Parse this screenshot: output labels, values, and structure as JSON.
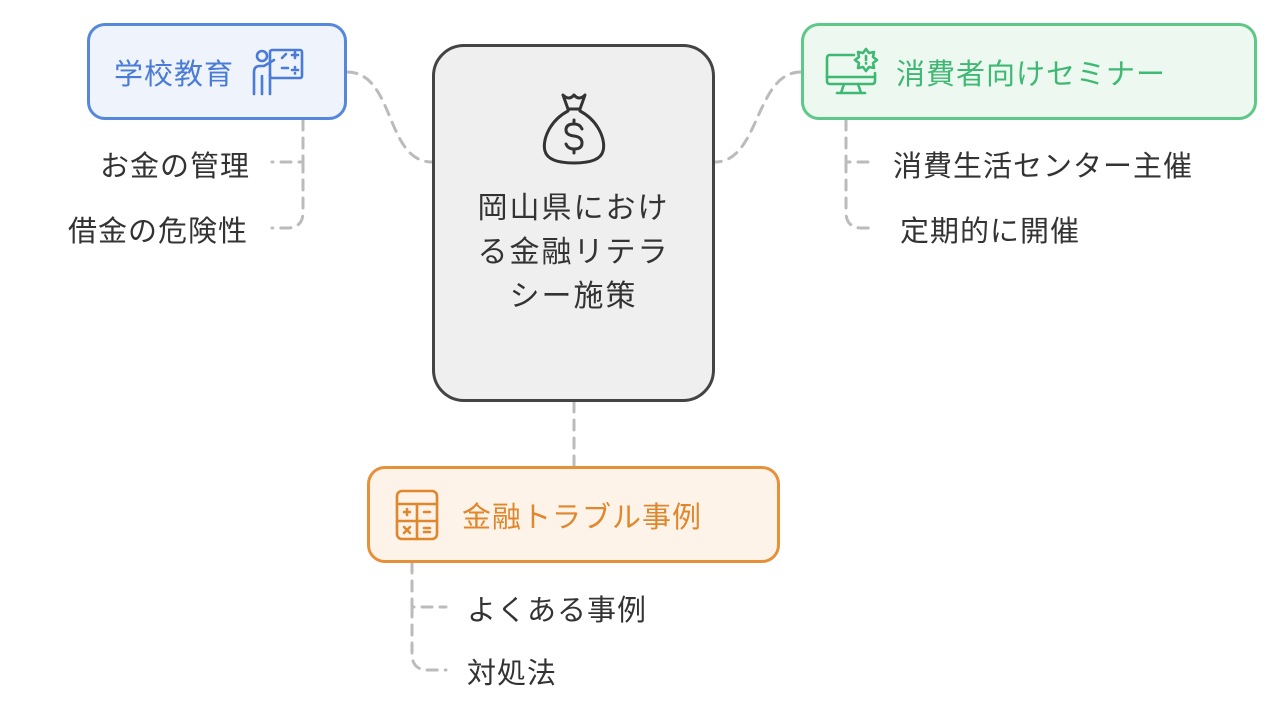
{
  "center": {
    "title": "岡山県における金融リテラシー施策",
    "icon": "money-bag-icon"
  },
  "branches": {
    "school": {
      "label": "学校教育",
      "icon": "teacher-icon",
      "color": "#5588dd",
      "items": [
        "お金の管理",
        "借金の危険性"
      ]
    },
    "seminar": {
      "label": "消費者向けセミナー",
      "icon": "monitor-alert-icon",
      "color": "#5dc887",
      "items": [
        "消費生活センター主催",
        "定期的に開催"
      ]
    },
    "trouble": {
      "label": "金融トラブル事例",
      "icon": "calculator-icon",
      "color": "#e6913a",
      "items": [
        "よくある事例",
        "対処法"
      ]
    }
  },
  "colors": {
    "connector": "#bbbbbb",
    "center_border": "#444444",
    "center_fill": "#efefef"
  }
}
